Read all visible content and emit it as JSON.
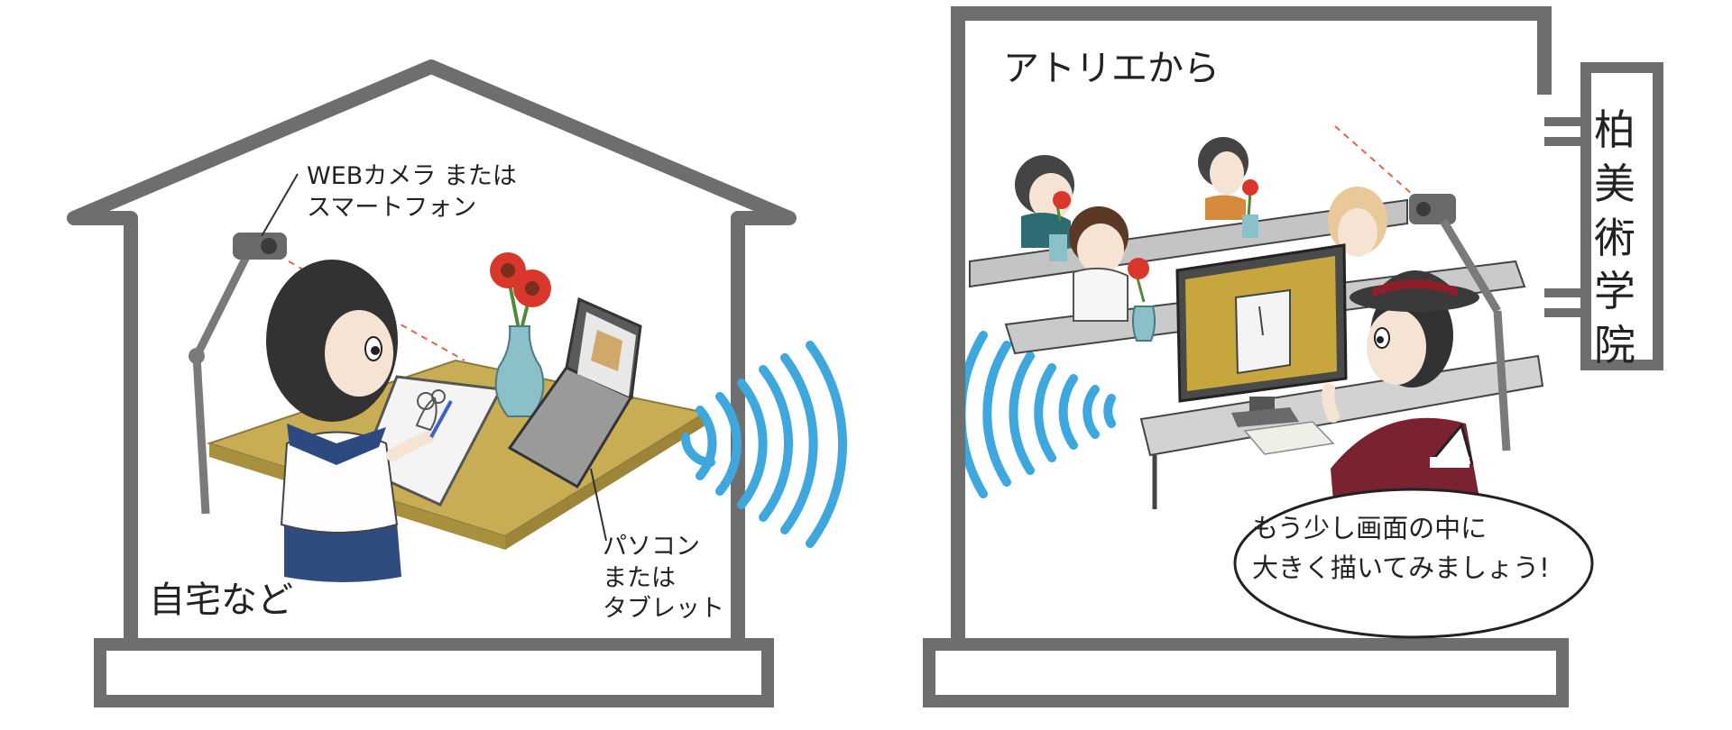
{
  "home": {
    "label": "自宅など"
  },
  "webcam": {
    "line1": "WEBカメラ または",
    "line2": "スマートフォン"
  },
  "pc": {
    "line1": "パソコン",
    "line2": "または",
    "line3": "タブレット"
  },
  "atelier": {
    "label": "アトリエから"
  },
  "sign": {
    "text": "柏美術学院"
  },
  "speech": {
    "line1": "もう少し画面の中に",
    "line2": "大きく描いてみましょう!"
  },
  "colors": {
    "wall": "#6e6e6e",
    "signal": "#3ea8de",
    "desk": "#c9ad55",
    "uniform_collar": "#2d4a80",
    "skirt": "#2f4c7e",
    "hat": "#3a3a3a",
    "hat_band": "#8e1f2a",
    "teacher_top": "#7b2230",
    "frame_gold": "#c8a63e",
    "flower": "#d9362c",
    "vase": "#8cc0c8"
  },
  "icons": [
    "house-outline",
    "atelier-building",
    "webcam-on-stand",
    "laptop",
    "monitor",
    "wifi-waves",
    "flower-vase",
    "speech-bubble"
  ]
}
